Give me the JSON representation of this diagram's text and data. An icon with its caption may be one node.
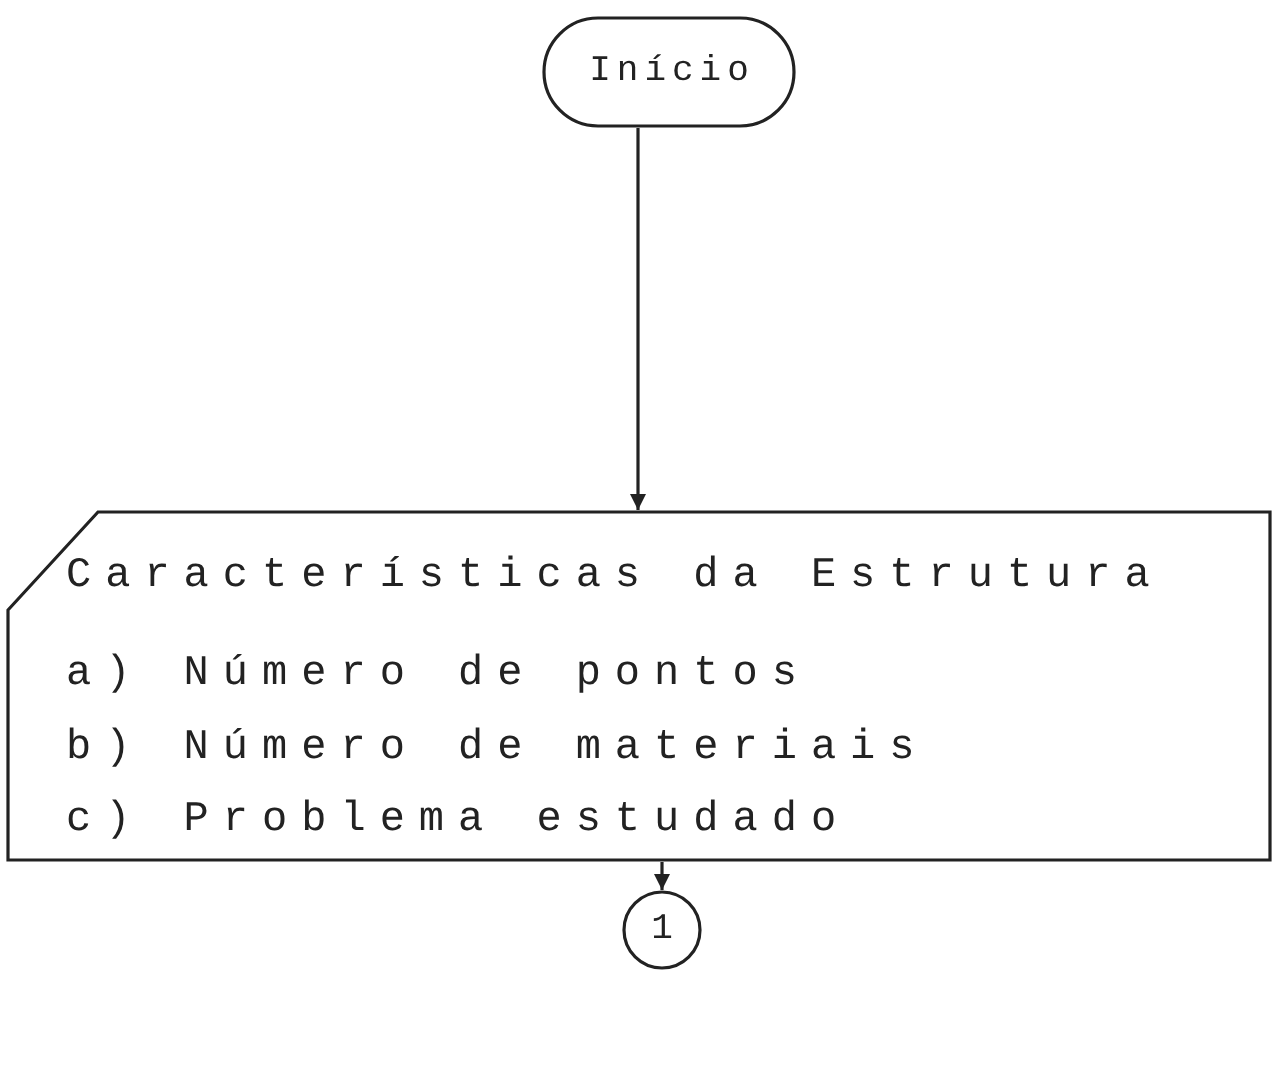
{
  "diagram": {
    "nodes": [
      {
        "text": [
          "Início"
        ]
      },
      {
        "text": [
          "Características da Estrutura",
          "a) Número de pontos",
          "b) Número de materiais",
          "c) Problema estudado"
        ]
      },
      {
        "text": [
          "1"
        ]
      }
    ],
    "edges": [
      {
        "from": 0,
        "to": 1,
        "arrow": "to"
      },
      {
        "from": 1,
        "to": 2,
        "arrow": "to"
      }
    ]
  }
}
